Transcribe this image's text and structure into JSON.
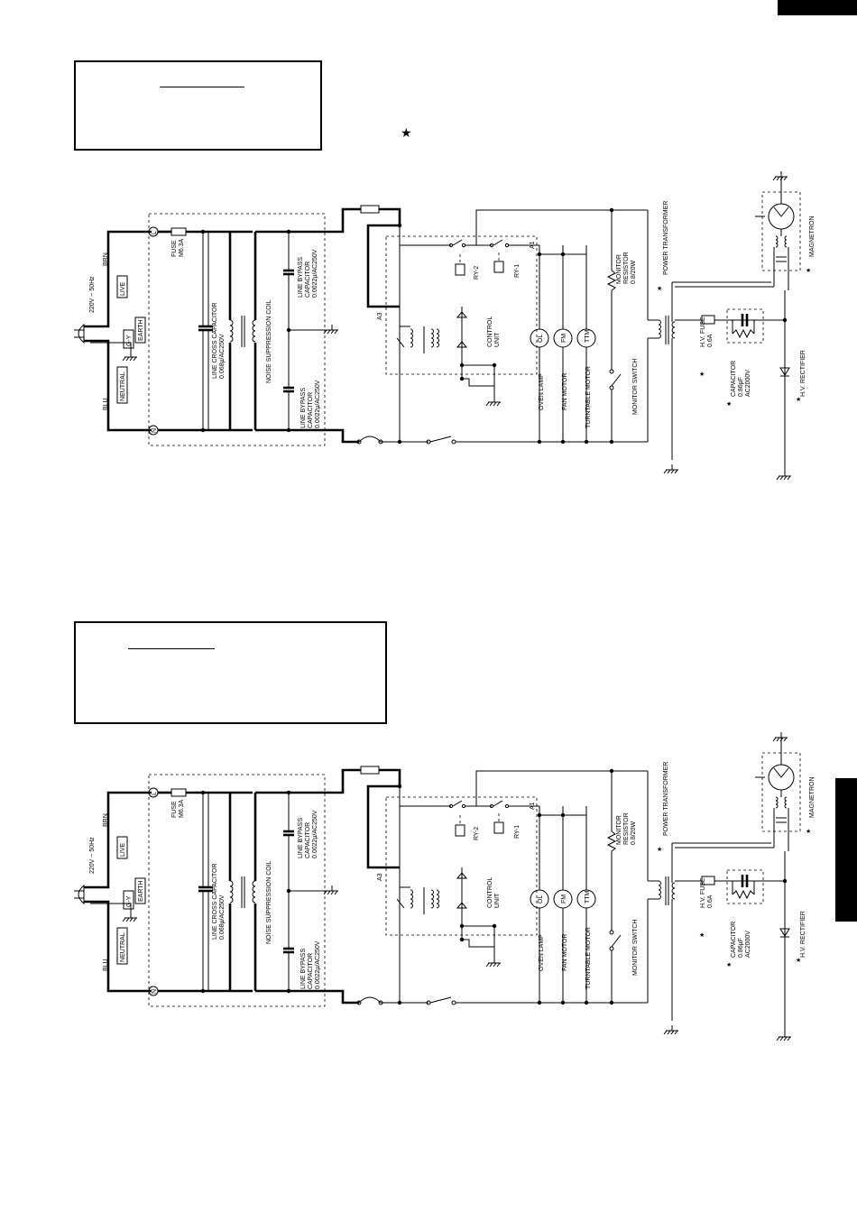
{
  "page": {
    "corner_tab": "",
    "side_tabs": [
      "",
      ""
    ]
  },
  "diagrams": [
    {
      "id": "diagram-1",
      "supply": "220V ~ 50Hz",
      "wire_colors": {
        "live": "BRN",
        "neutral": "BLU"
      },
      "terminals": {
        "live": "LIVE",
        "earth": "EARTH",
        "neutral": "NEUTRAL",
        "ground": "G-Y",
        "l": "L",
        "n": "N"
      },
      "fuse": [
        "FUSE",
        "M6.3A"
      ],
      "line_cross_capacitor": [
        "LINE CROSS CAPACITOR",
        "0.068µ/AC250V"
      ],
      "noise_coil": "NOISE SUPPRESSION COIL",
      "bypass_capacitor_top": [
        "LINE BYPASS",
        "CAPACITOR",
        "0.0022µ/AC250V"
      ],
      "bypass_capacitor_bottom": [
        "LINE BYPASS",
        "CAPACITOR",
        "0.0022µ/AC250V"
      ],
      "relays": [
        "RY-2",
        "RY-1"
      ],
      "connectors": [
        "A3",
        "A1"
      ],
      "control_unit": [
        "CONTROL",
        "UNIT"
      ],
      "loads": [
        {
          "symbol": "OL",
          "label": "OVEN LAMP"
        },
        {
          "symbol": "FM",
          "label": "FAN MOTOR"
        },
        {
          "symbol": "TTM",
          "label": "TURNTABLE MOTOR"
        }
      ],
      "monitor_resistor": [
        "MONITOR",
        "RESISTOR",
        "0.8/20W"
      ],
      "monitor_switch": "MONITOR SWITCH",
      "power_transformer": "POWER TRANSFORMER",
      "hv_fuse": [
        "H.V. FUSE",
        "0.6A"
      ],
      "hv_capacitor": [
        "CAPACITOR",
        "0.86µF",
        "AC2000V"
      ],
      "hv_rectifier": "H.V. RECTIFIER",
      "magnetron": "MAGNETRON",
      "star": "★"
    },
    {
      "id": "diagram-2",
      "supply": "220V ~ 50Hz",
      "wire_colors": {
        "live": "BRN",
        "neutral": "BLU"
      },
      "terminals": {
        "live": "LIVE",
        "earth": "EARTH",
        "neutral": "NEUTRAL",
        "ground": "G-Y",
        "l": "L",
        "n": "N"
      },
      "fuse": [
        "FUSE",
        "M6.3A"
      ],
      "line_cross_capacitor": [
        "LINE CROSS CAPACITOR",
        "0.068µ/AC250V"
      ],
      "noise_coil": "NOISE SUPPRESSION COIL",
      "bypass_capacitor_top": [
        "LINE BYPASS",
        "CAPACITOR",
        "0.0022µ/AC250V"
      ],
      "bypass_capacitor_bottom": [
        "LINE BYPASS",
        "CAPACITOR",
        "0.0022µ/AC250V"
      ],
      "relays": [
        "RY-2",
        "RY-1"
      ],
      "connectors": [
        "A3",
        "A1"
      ],
      "control_unit": [
        "CONTROL",
        "UNIT"
      ],
      "loads": [
        {
          "symbol": "OL",
          "label": "OVEN LAMP"
        },
        {
          "symbol": "FM",
          "label": "FAN MOTOR"
        },
        {
          "symbol": "TTM",
          "label": "TURNTABLE MOTOR"
        }
      ],
      "monitor_resistor": [
        "MONITOR",
        "RESISTOR",
        "0.8/20W"
      ],
      "monitor_switch": "MONITOR SWITCH",
      "power_transformer": "POWER TRANSFORMER",
      "hv_fuse": [
        "H.V. FUSE",
        "0.6A"
      ],
      "hv_capacitor": [
        "CAPACITOR",
        "0.86µF",
        "AC2000V"
      ],
      "hv_rectifier": "H.V. RECTIFIER",
      "magnetron": "MAGNETRON",
      "star": "★"
    }
  ],
  "legend_star": "★"
}
